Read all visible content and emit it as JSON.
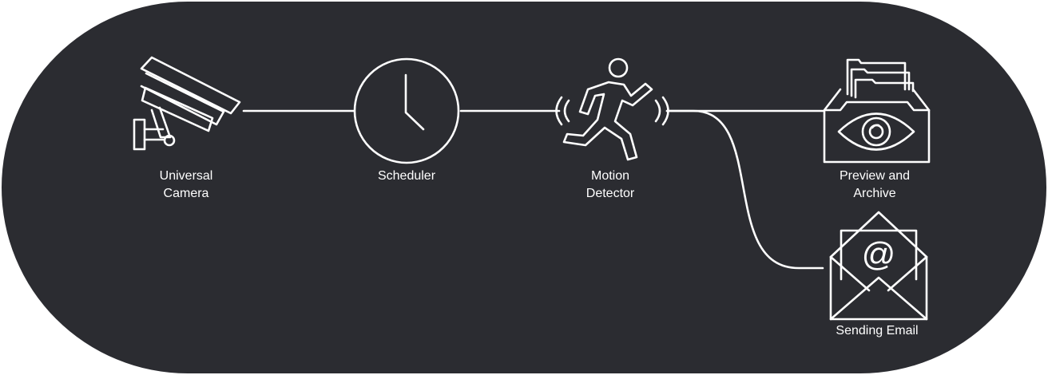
{
  "nodes": {
    "camera": {
      "line1": "Universal",
      "line2": "Camera",
      "icon": "security-camera-icon"
    },
    "scheduler": {
      "line1": "Scheduler",
      "icon": "clock-icon"
    },
    "motion": {
      "line1": "Motion",
      "line2": "Detector",
      "icon": "motion-detector-icon"
    },
    "archive": {
      "line1": "Preview and",
      "line2": "Archive",
      "icon": "archive-eye-icon"
    },
    "email": {
      "line1": "Sending Email",
      "icon": "email-at-icon"
    }
  },
  "colors": {
    "background": "#2b2c31",
    "foreground": "#ffffff"
  }
}
